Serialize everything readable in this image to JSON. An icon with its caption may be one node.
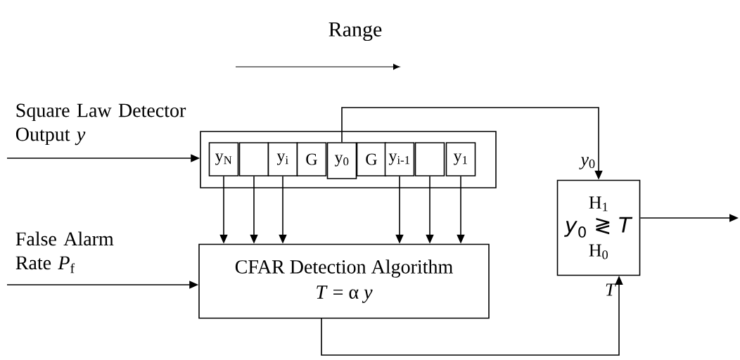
{
  "diagram": {
    "title": "Range",
    "nodes": [
      {
        "text": [],
        "shape": "box"
      },
      {
        "text": [
          "y$_{N}$"
        ],
        "in": 0
      },
      {
        "text": [],
        "shape": "box",
        "in": 0
      },
      {
        "text": [
          "y$_{i}$"
        ],
        "in": 0
      },
      {
        "text": [
          "G"
        ],
        "in": 0
      },
      {
        "text": [
          "y$_{0}$"
        ],
        "in": 0
      },
      {
        "text": [
          "G"
        ],
        "in": 0
      },
      {
        "text": [
          "y$_{i-1}$"
        ],
        "in": 0
      },
      {
        "text": [],
        "shape": "box",
        "in": 0
      },
      {
        "text": [
          "y$_{1}$"
        ],
        "in": 0
      },
      {
        "text": [
          "CFAR Detection Algorithm",
          "*T* = α *y*"
        ]
      },
      {
        "text": [
          "H$_{1}$",
          "*y*$_{0}$ ≷ *T*",
          "H$_{0}$"
        ]
      }
    ],
    "edges": [
      {
        "from": null,
        "to": 0,
        "arrow": "to",
        "label": "Square Law Detector Output *y*"
      },
      {
        "from": null,
        "to": 10,
        "arrow": "to",
        "label": "False Alarm Rate *P*$_{f}$"
      },
      {
        "from": 1,
        "to": 10,
        "arrow": "to"
      },
      {
        "from": 2,
        "to": 10,
        "arrow": "to"
      },
      {
        "from": 3,
        "to": 10,
        "arrow": "to"
      },
      {
        "from": 7,
        "to": 10,
        "arrow": "to"
      },
      {
        "from": 8,
        "to": 10,
        "arrow": "to"
      },
      {
        "from": 9,
        "to": 10,
        "arrow": "to"
      },
      {
        "from": 5,
        "to": 11,
        "arrow": "to",
        "label": "*y*$_{0}$"
      },
      {
        "from": 10,
        "to": 11,
        "arrow": "to",
        "label": "*T*"
      },
      {
        "from": 11,
        "to": null,
        "arrow": "to"
      }
    ]
  }
}
